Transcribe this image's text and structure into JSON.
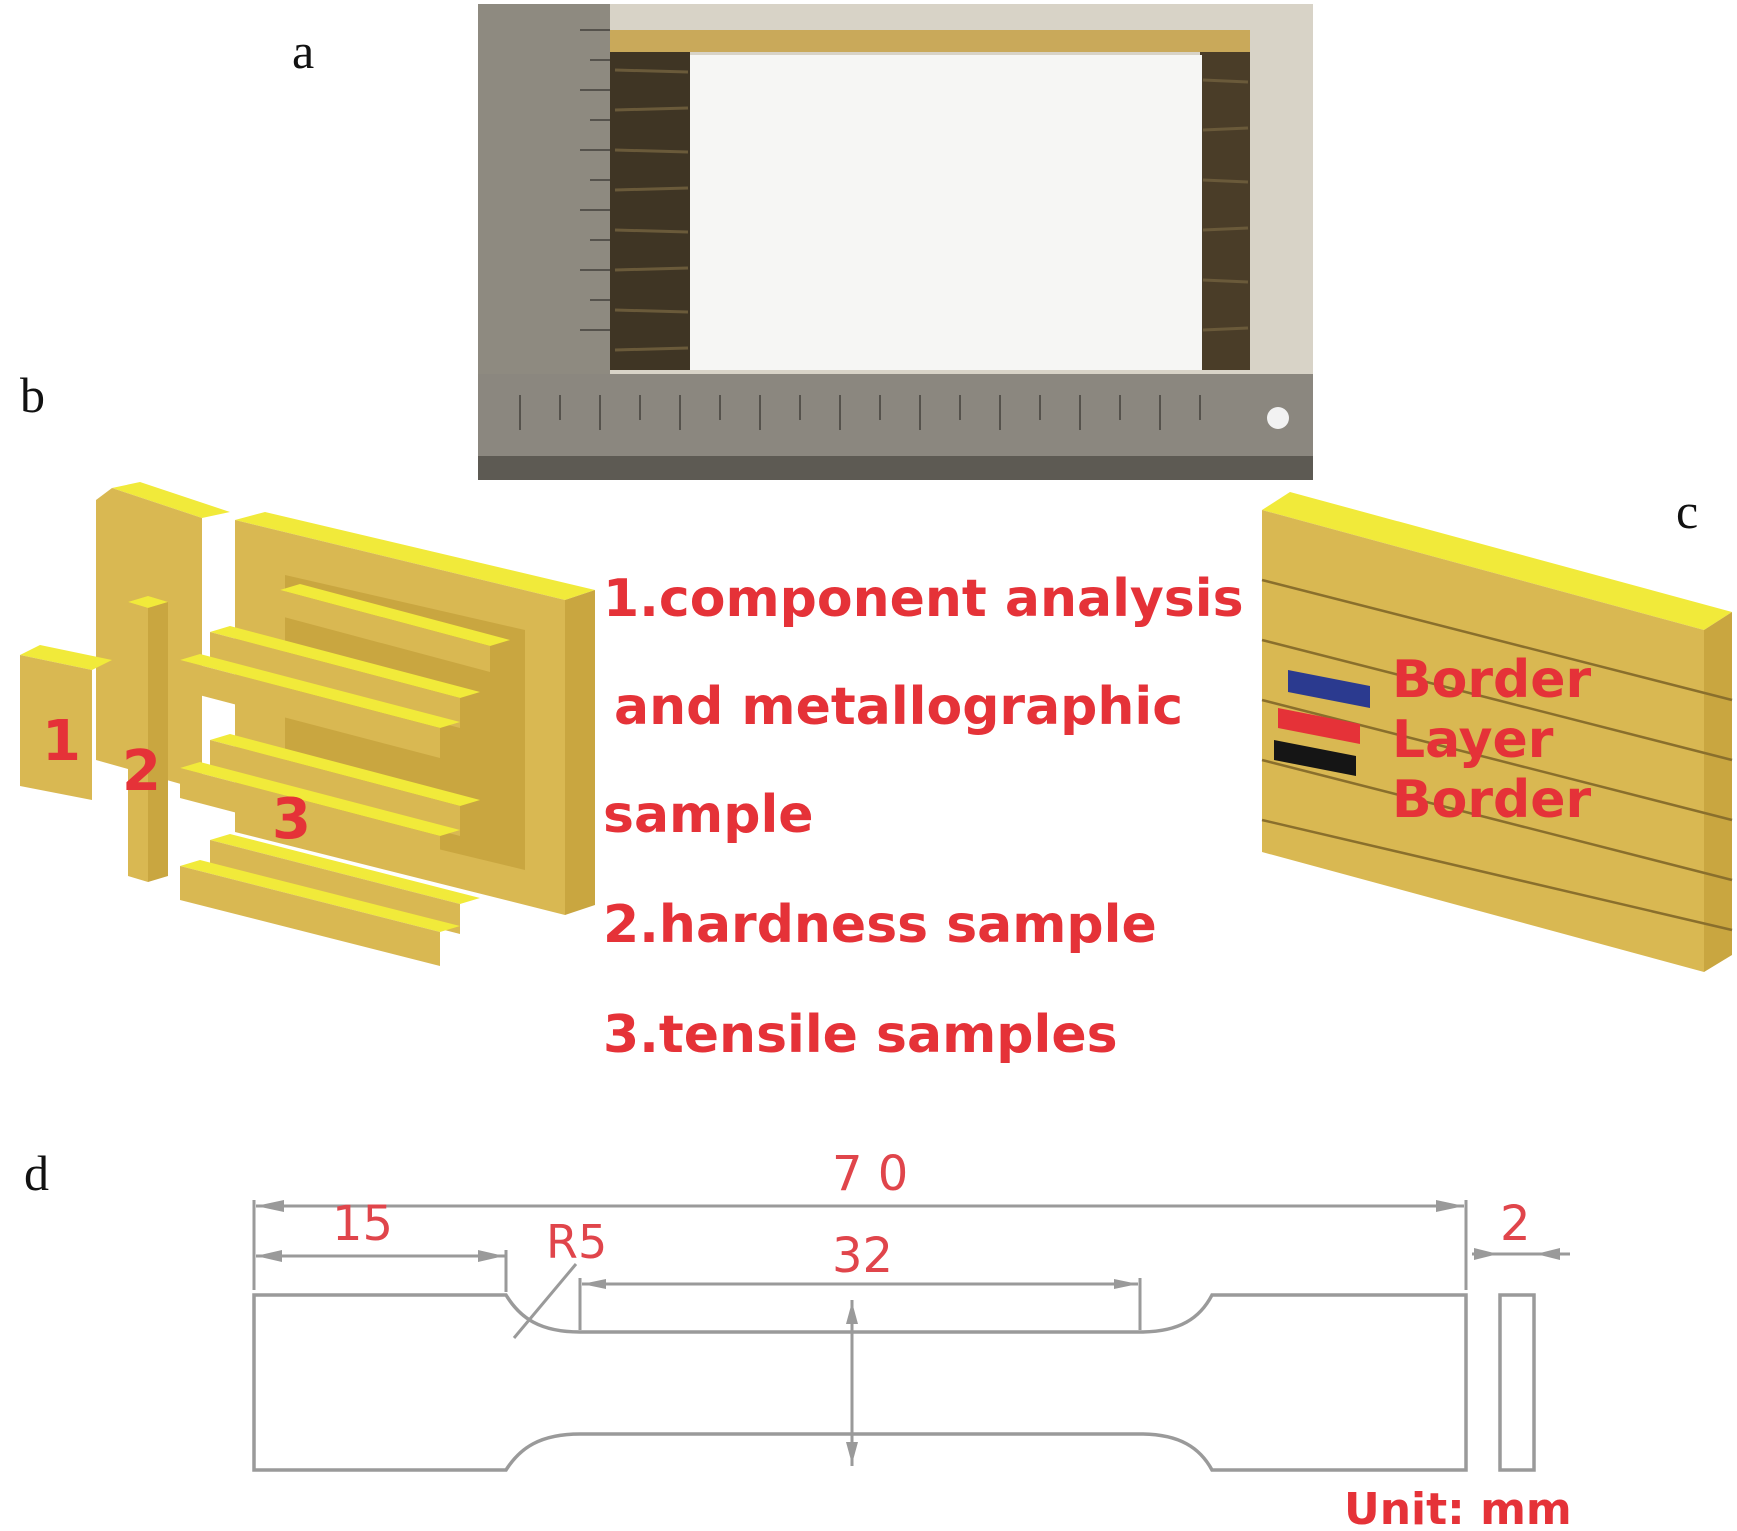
{
  "panels": {
    "a": "a",
    "b": "b",
    "c": "c",
    "d": "d"
  },
  "colors": {
    "sample_text": "#e53238",
    "block_top": "#f1ea3a",
    "block_face": "#d9b852",
    "block_side": "#c9a640",
    "ruler": "#8b877f",
    "border_line": "#2b3a8f",
    "layer_line": "#e53238",
    "border_line_2": "#151515"
  },
  "panel_b": {
    "numbers": [
      "1",
      "2",
      "3"
    ],
    "legend": [
      "1.component analysis",
      "and metallographic",
      "sample",
      "2.hardness sample",
      "3.tensile samples"
    ]
  },
  "panel_c": {
    "labels": [
      "Border",
      "Layer",
      "Border"
    ]
  },
  "panel_d": {
    "dim_total": "7 0",
    "dim_grip": "15",
    "dim_radius": "R5",
    "dim_gauge": "32",
    "dim_thickness": "2",
    "unit": "Unit: mm"
  }
}
